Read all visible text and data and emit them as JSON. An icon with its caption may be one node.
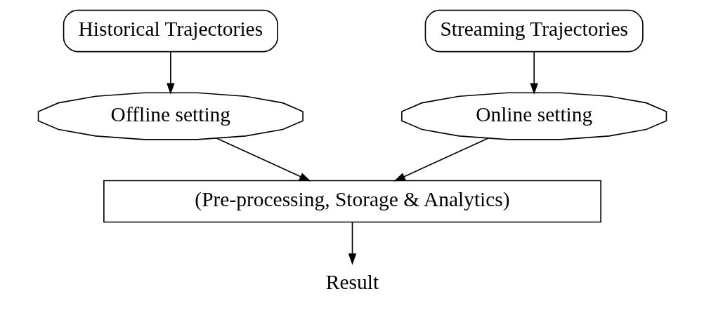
{
  "diagram": {
    "nodes": [
      {
        "text": [
          "Historical Trajectories"
        ]
      },
      {
        "text": [
          "Streaming Trajectories"
        ]
      },
      {
        "text": [
          "Offline setting"
        ]
      },
      {
        "text": [
          "Online setting"
        ]
      },
      {
        "text": [
          "(Pre-processing, Storage & Analytics)"
        ]
      },
      {
        "text": [
          "Result"
        ]
      }
    ],
    "edges": [
      {
        "from": 0,
        "to": 2,
        "arrow": "to"
      },
      {
        "from": 1,
        "to": 3,
        "arrow": "to"
      },
      {
        "from": 2,
        "to": 4,
        "arrow": "to"
      },
      {
        "from": 3,
        "to": 4,
        "arrow": "to"
      },
      {
        "from": 4,
        "to": 5,
        "arrow": "to"
      }
    ]
  }
}
